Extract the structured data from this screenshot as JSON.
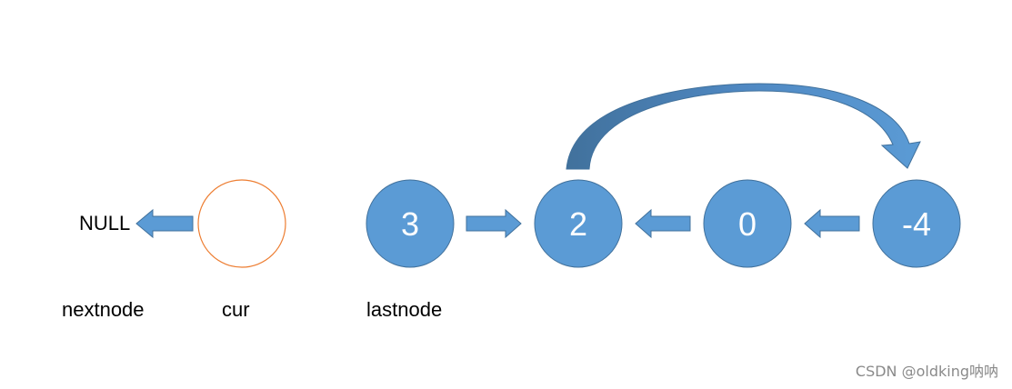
{
  "diagram": {
    "null_label": "NULL",
    "nodes": [
      {
        "value": "",
        "style": "empty"
      },
      {
        "value": "3",
        "style": "filled"
      },
      {
        "value": "2",
        "style": "filled"
      },
      {
        "value": "0",
        "style": "filled"
      },
      {
        "value": "-4",
        "style": "filled"
      }
    ],
    "pointer_labels": {
      "nextnode": "nextnode",
      "cur": "cur",
      "lastnode": "lastnode"
    },
    "colors": {
      "node_fill": "#5b9bd5",
      "node_stroke": "#41719c",
      "empty_node_stroke": "#ed7d31",
      "arrow_fill": "#5b9bd5",
      "curved_arrow_dark": "#41719c"
    }
  },
  "watermark": "CSDN @oldking呐呐"
}
